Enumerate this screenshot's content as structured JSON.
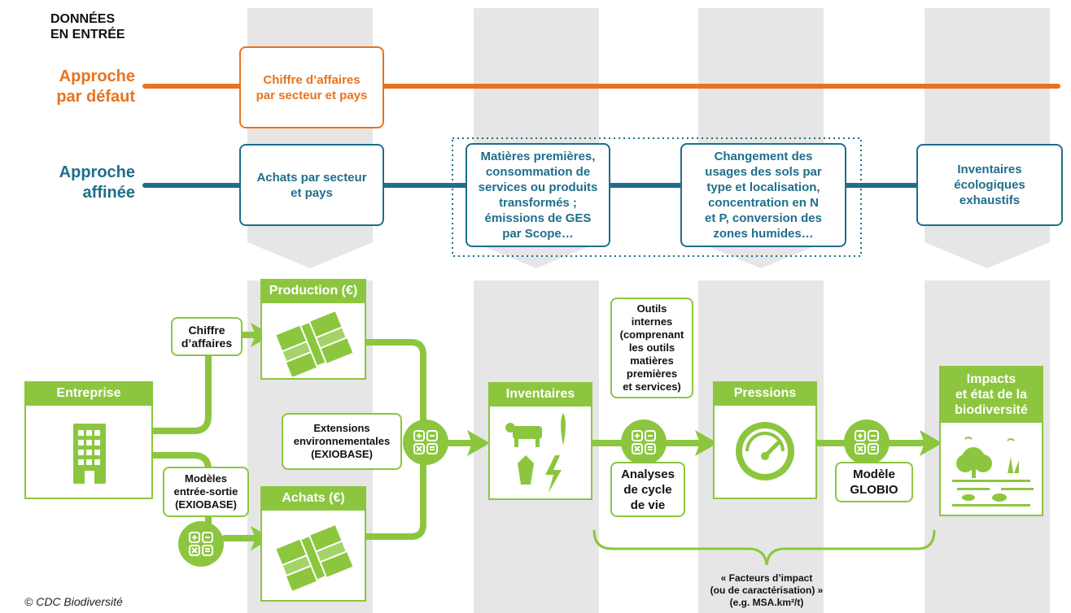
{
  "inputs_label": "DONNÉES\nEN ENTRÉE",
  "default_approach": {
    "label": "Approche\npar défaut",
    "box": "Chiffre d’affaires\npar secteur et pays"
  },
  "refined_approach": {
    "label": "Approche\naffinée",
    "boxes": [
      "Achats par secteur\net pays",
      "Matières premières,\nconsommation de\nservices ou produits\ntransformés ;\némissions de GES\npar Scope…",
      "Changement des\nusages des sols par\ntype et localisation,\nconcentration en N\net P, conversion des\nzones humides…",
      "Inventaires\nécologiques\nexhaustifs"
    ]
  },
  "flow": {
    "entreprise": "Entreprise",
    "chiffre_affaires": "Chiffre\nd’affaires",
    "modeles": "Modèles\nentrée-sortie\n(EXIOBASE)",
    "production": "Production (€)",
    "achats": "Achats (€)",
    "extensions": "Extensions\nenvironnementales\n(EXIOBASE)",
    "inventaires": "Inventaires",
    "outils": "Outils\ninternes\n(comprenant\nles outils\nmatières\npremières\net services)",
    "acv": "Analyses\nde cycle\nde vie",
    "pressions": "Pressions",
    "globio": "Modèle\nGLOBIO",
    "impacts": "Impacts\net état de la\nbiodiversité",
    "facteurs": "« Facteurs d’impact\n(ou de caractérisation) »\n(e.g. MSA.km²/t)"
  },
  "copyright": "© CDC Biodiversité",
  "colors": {
    "orange": "#e8731f",
    "blue": "#1f6e8c",
    "green": "#8cc63f",
    "gray": "#e6e6e6"
  }
}
